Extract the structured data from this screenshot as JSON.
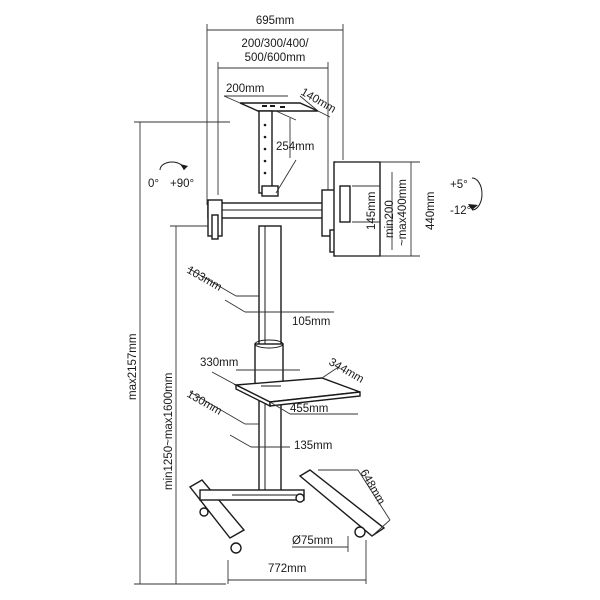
{
  "diagram": {
    "subject": "Mobile TV stand dimensions",
    "labels": {
      "width_total": "695mm",
      "vesa_patterns_line1": "200/300/400/",
      "vesa_patterns_line2": "500/600mm",
      "bracket_width": "200mm",
      "bracket_depth": "140mm",
      "bracket_height": "254mm",
      "rotation_left": "0°",
      "rotation_right": "+90°",
      "tilt_up": "+5°",
      "tilt_down": "-12°",
      "arm_height": "145mm",
      "vesa_height_range_line1": "min200",
      "vesa_height_range_line2": "~max400mm",
      "arm_total_height": "440mm",
      "max_height": "max2157mm",
      "screen_center_range": "min1250~max1600mm",
      "column_depth": "103mm",
      "column_width": "105mm",
      "shelf_width": "330mm",
      "shelf_depth": "344mm",
      "shelf_front": "455mm",
      "shelf_mount_depth": "130mm",
      "shelf_mount_width": "135mm",
      "base_depth": "648mm",
      "caster_diameter": "Ø75mm",
      "base_width": "772mm"
    }
  }
}
